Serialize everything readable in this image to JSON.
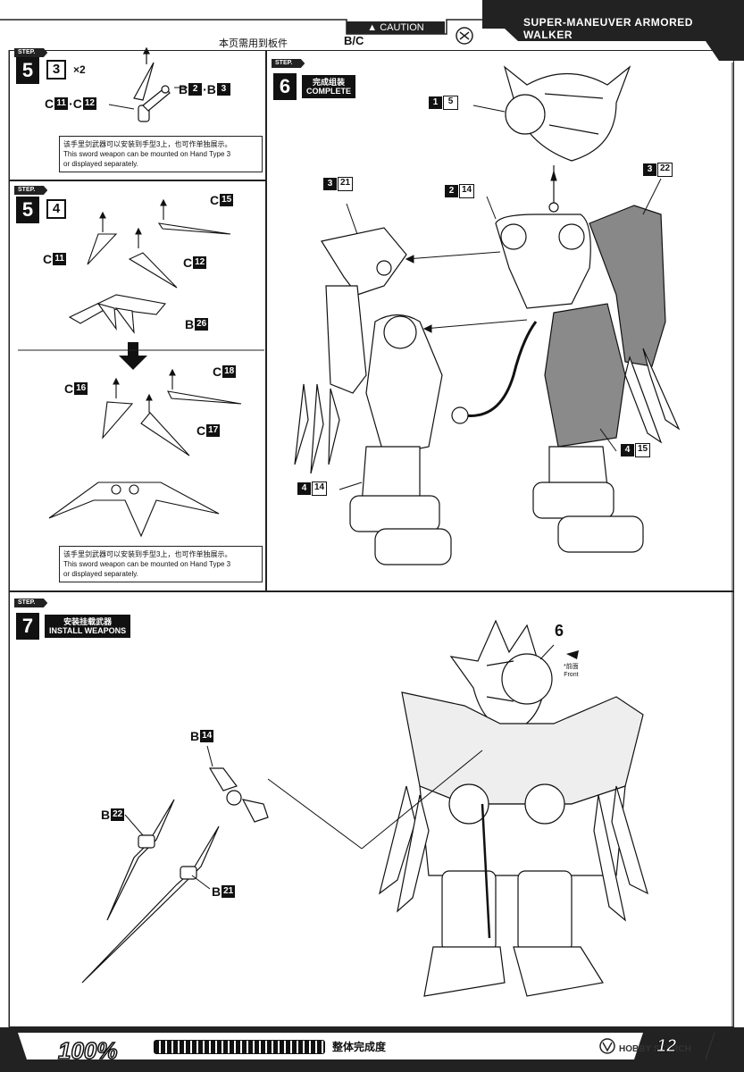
{
  "header": {
    "caution": "▲ CAUTION",
    "title": "SUPER-MANEUVER ARMORED WALKER",
    "parts_note_cn": "本页需用到板件",
    "parts_letters": "B/C"
  },
  "steps": {
    "step_label": "STEP.",
    "s53": {
      "num": "5",
      "sub": "3",
      "multiplier": "×2",
      "lbl_c": "C",
      "lbl_c11": "11",
      "lbl_dot": "·C",
      "lbl_c12": "12",
      "lbl_b": "B",
      "lbl_b2": "2",
      "lbl_bdot": "·B",
      "lbl_b3": "3",
      "note_cn": "该手里剑武器可以安装到手型3上，也可作单独展示。",
      "note_en1": "This sword weapon can be mounted on Hand Type 3",
      "note_en2": "or displayed separately."
    },
    "s54": {
      "num": "5",
      "sub": "4",
      "c15": "15",
      "c11": "11",
      "c12": "12",
      "b26": "26",
      "c18": "18",
      "c16": "16",
      "c17": "17",
      "note_cn": "该手里剑武器可以安装到手型3上，也可作单独展示。",
      "note_en1": "This sword weapon can be mounted on Hand Type 3",
      "note_en2": "or displayed separately."
    },
    "s6": {
      "num": "6",
      "cn": "完成组装",
      "en": "COMPLETE",
      "p15_a": "1",
      "p15_b": "5",
      "p321_a": "3",
      "p321_b": "21",
      "p214_a": "2",
      "p214_b": "14",
      "p322_a": "3",
      "p322_b": "22",
      "p415_a": "4",
      "p415_b": "15",
      "p414_a": "4",
      "p414_b": "14"
    },
    "s7": {
      "num": "7",
      "cn": "安装挂载武器",
      "en": "INSTALL WEAPONS",
      "ref": "6",
      "front_cn": "*前面",
      "front_en": "Front",
      "b14": "14",
      "b22": "22",
      "b21": "21"
    }
  },
  "letters": {
    "b": "B",
    "c": "C"
  },
  "footer": {
    "percent": "100%",
    "progress": 1.0,
    "overall_cn": "整体完成度",
    "watermark": "HOBBY SEARCH",
    "page": "12"
  }
}
